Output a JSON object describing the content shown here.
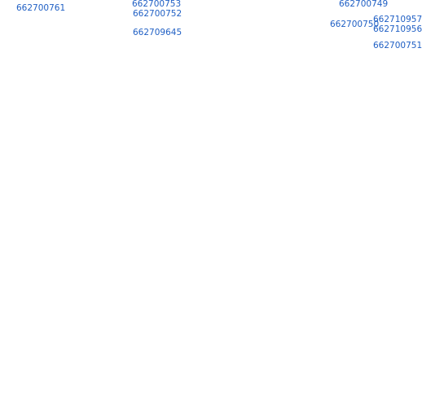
{
  "map": {
    "label_color": "#1f5fc4",
    "background": "#ffffff",
    "parcel_labels": [
      "662700761",
      "662700753",
      "662700752",
      "662709645",
      "662700749",
      "662700750",
      "662710957",
      "662710956",
      "662700751"
    ]
  }
}
